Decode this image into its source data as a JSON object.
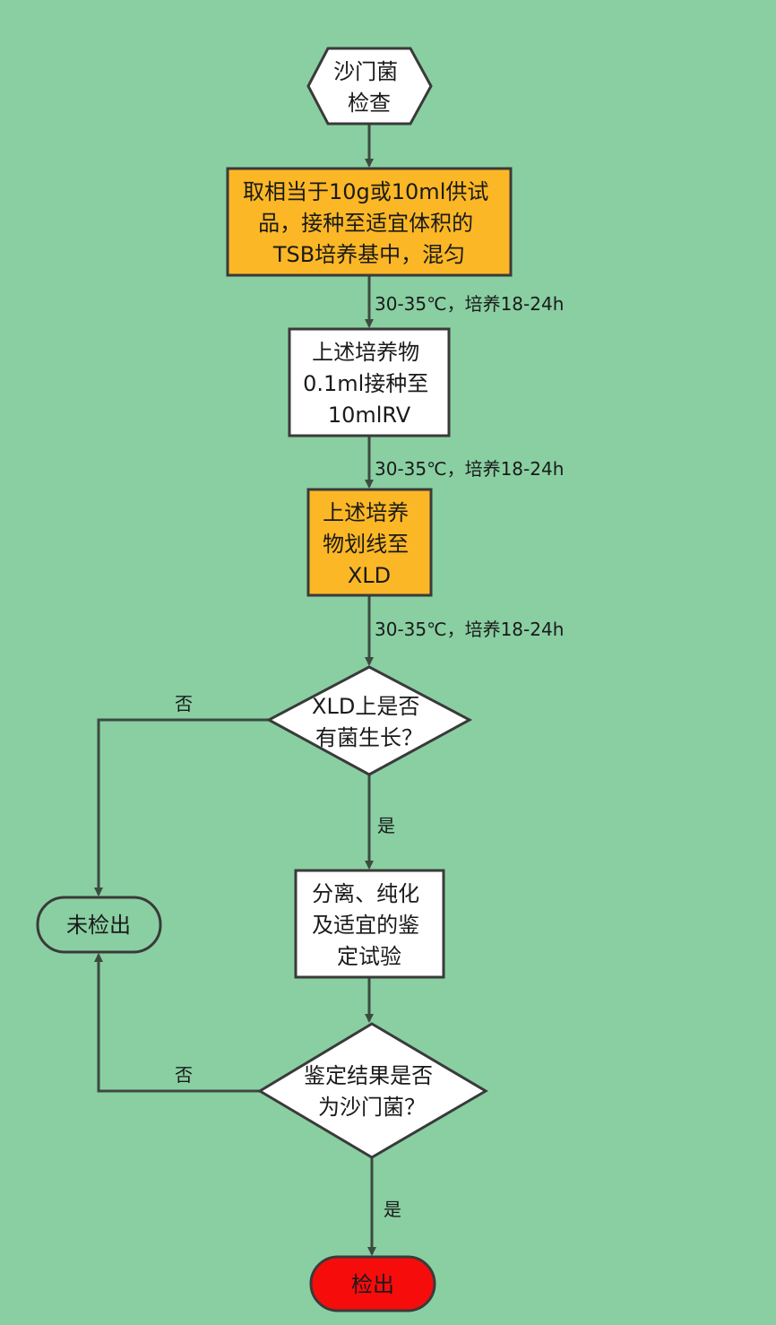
{
  "colors": {
    "background": "#89cfa2",
    "process_orange": "#fbb725",
    "process_white": "#ffffff",
    "terminal_red": "#f70c0c",
    "line": "#3d4a40"
  },
  "nodes": {
    "start": {
      "lines": [
        "沙门菌",
        "检查"
      ]
    },
    "step1": {
      "lines": [
        "取相当于10g或10ml供试",
        "品，接种至适宜体积的",
        "TSB培养基中，混匀"
      ]
    },
    "step2": {
      "lines": [
        "上述培养物",
        "0.1ml接种至",
        "10mlRV"
      ]
    },
    "step3": {
      "lines": [
        "上述培养",
        "物划线至",
        "XLD"
      ]
    },
    "decision1": {
      "lines": [
        "XLD上是否",
        "有菌生长？"
      ]
    },
    "step4": {
      "lines": [
        "分离、纯化",
        "及适宜的鉴",
        "定试验"
      ]
    },
    "decision2": {
      "lines": [
        "鉴定结果是否",
        "为沙门菌？"
      ]
    },
    "not_detected": {
      "label": "未检出"
    },
    "detected": {
      "label": "检出"
    }
  },
  "edge_labels": {
    "incubate1": "30-35℃，培养18-24h",
    "incubate2": "30-35℃，培养18-24h",
    "incubate3": "30-35℃，培养18-24h",
    "d1_no": "否",
    "d1_yes": "是",
    "d2_no": "否",
    "d2_yes": "是"
  }
}
